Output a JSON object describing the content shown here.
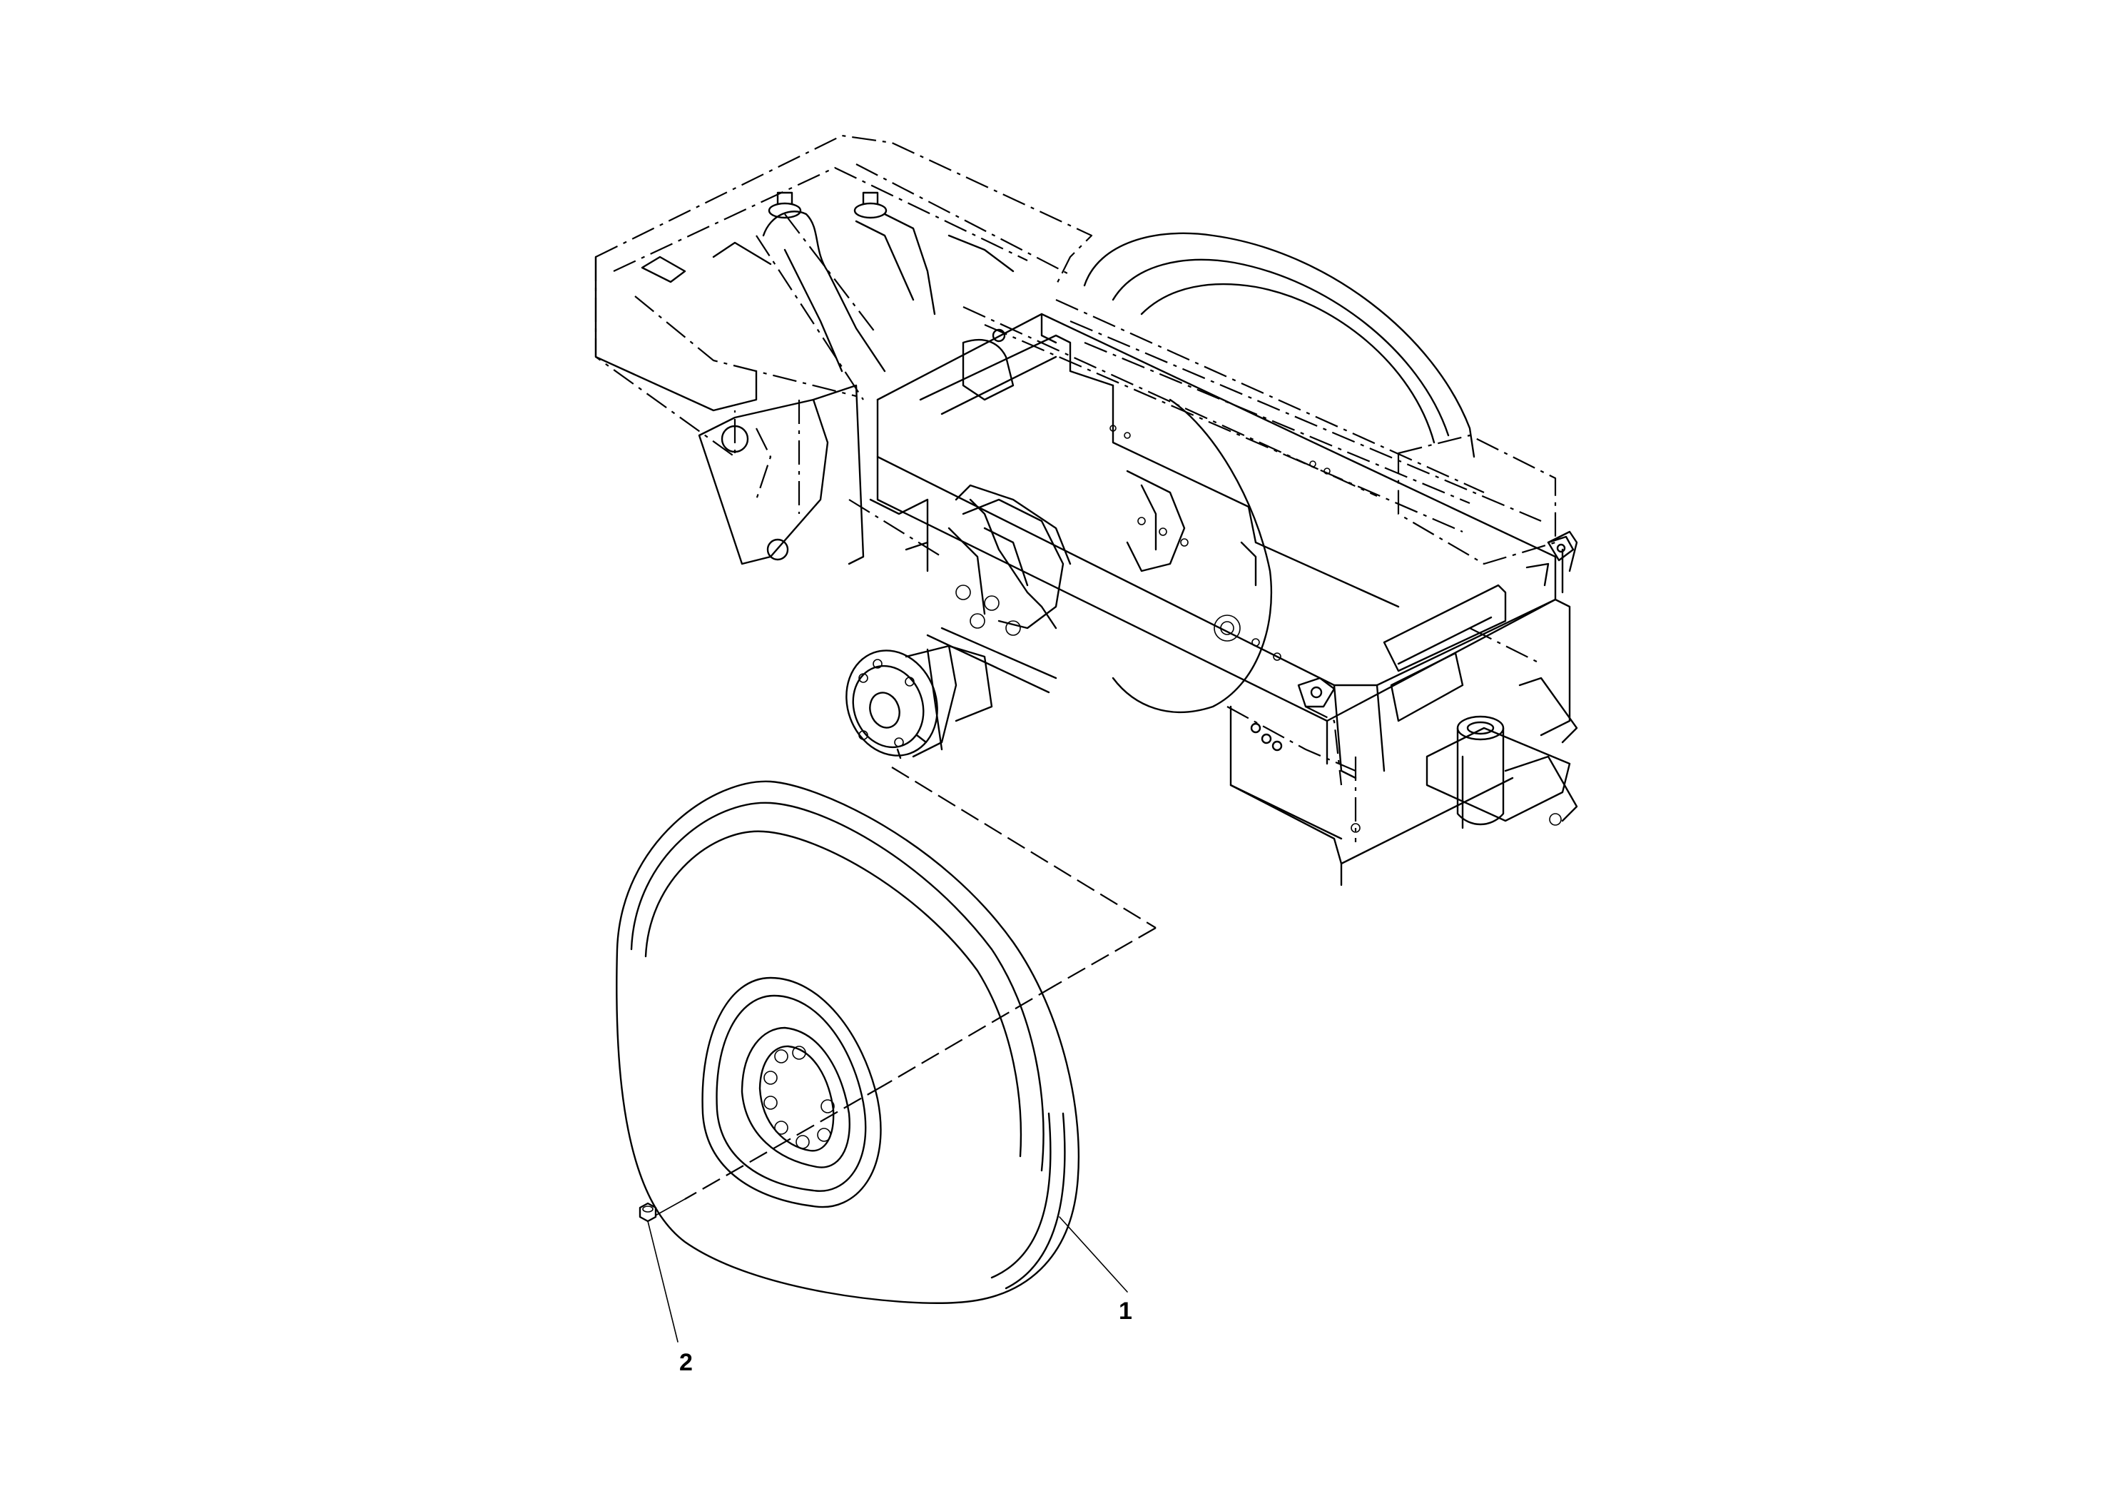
{
  "callouts": [
    {
      "label": "1",
      "part": "wheel-tire-assembly"
    },
    {
      "label": "2",
      "part": "wheel-nut"
    }
  ],
  "colors": {
    "background": "#ffffff",
    "line": "#000000"
  }
}
